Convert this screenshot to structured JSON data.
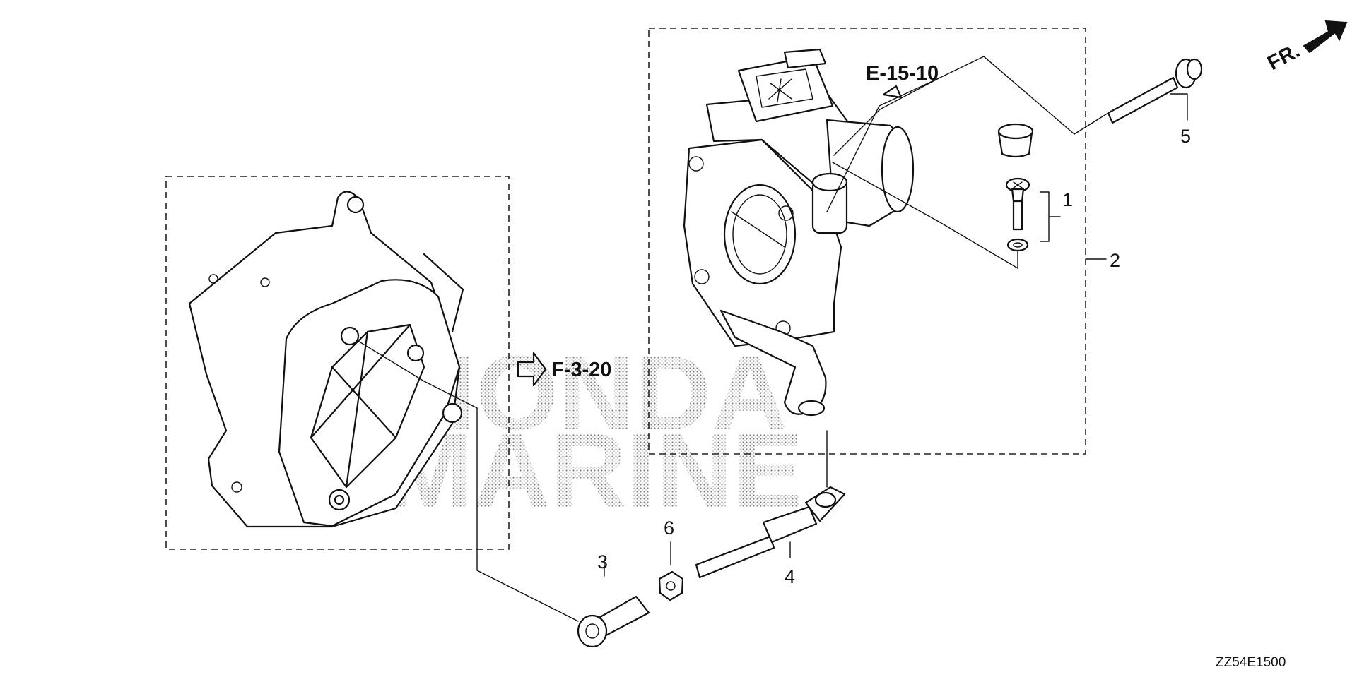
{
  "diagram": {
    "front_indicator": "FR.",
    "reference_links": [
      {
        "id": "ref-e",
        "text": "E-15-10"
      },
      {
        "id": "ref-f",
        "text": "F-3-20"
      }
    ],
    "callouts": [
      {
        "id": "c1",
        "text": "1"
      },
      {
        "id": "c2",
        "text": "2"
      },
      {
        "id": "c3",
        "text": "3"
      },
      {
        "id": "c4",
        "text": "4"
      },
      {
        "id": "c5",
        "text": "5"
      },
      {
        "id": "c6",
        "text": "6"
      }
    ],
    "drawing_code": "ZZ54E1500",
    "watermark_lines": [
      "HONDA",
      "MARINE"
    ]
  }
}
